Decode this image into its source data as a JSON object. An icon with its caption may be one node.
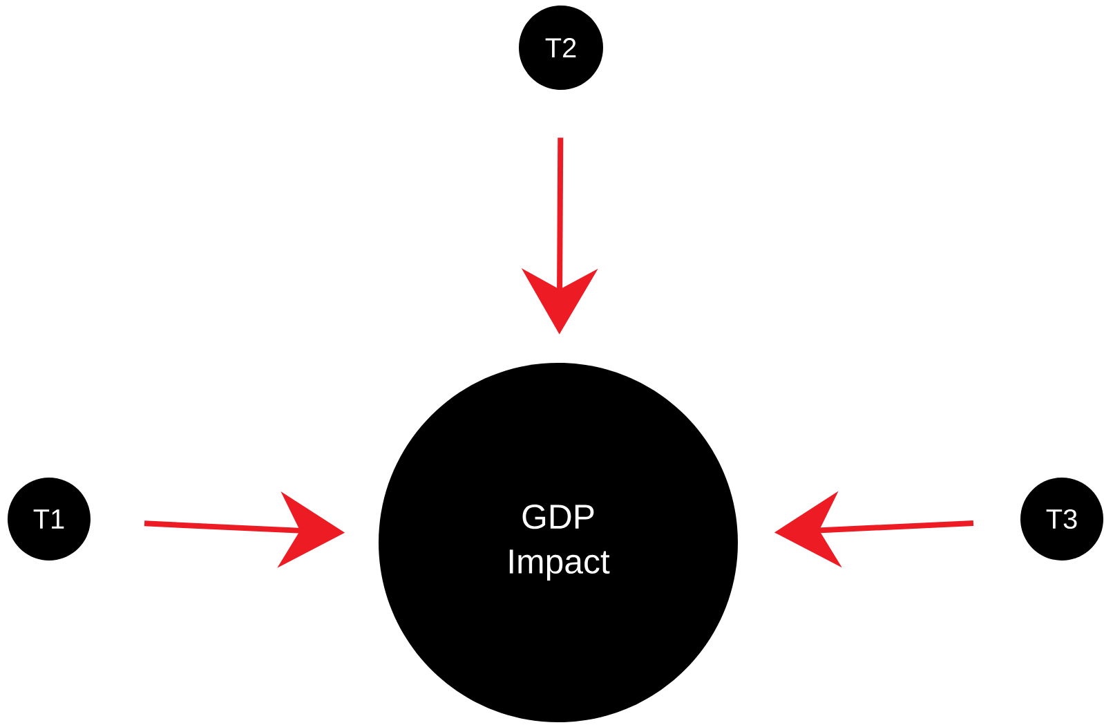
{
  "diagram": {
    "nodes": [
      {
        "text": [
          "T2"
        ]
      },
      {
        "text": [
          "T1"
        ]
      },
      {
        "text": [
          "GDP Impact"
        ]
      },
      {
        "text": [
          "T3"
        ]
      }
    ],
    "edges": [
      {
        "from": 0,
        "to": 2,
        "arrow": "to"
      },
      {
        "from": 1,
        "to": 2,
        "arrow": "to"
      },
      {
        "from": 3,
        "to": 2,
        "arrow": "to"
      }
    ]
  }
}
